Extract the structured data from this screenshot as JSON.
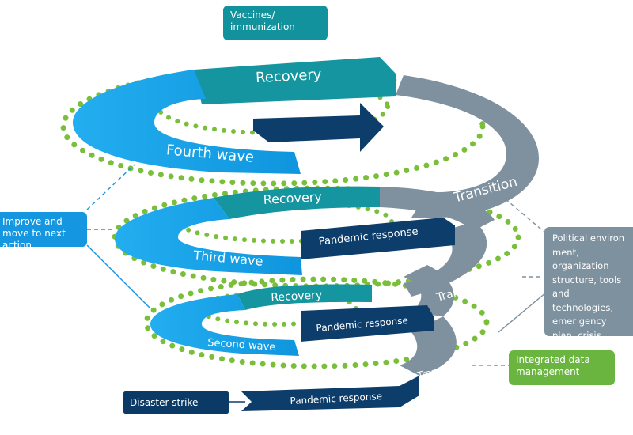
{
  "callouts": {
    "vaccines": "Vaccines/ immunization",
    "improve": "Improve and move to next action",
    "political": "Political environ ment, organization structure, tools and technologies, emer gency plan, crisis management plan, recovery plan, busi ness continuity plan",
    "integrated": "Integrated data management",
    "disaster": "Disaster strike"
  },
  "tiers": {
    "top": {
      "wave": "Fourth wave",
      "recovery": "Recovery",
      "transition": "Transition"
    },
    "third": {
      "wave": "Third wave",
      "recovery": "Recovery",
      "transition": "Transition",
      "response": "Pandemic response"
    },
    "second": {
      "wave": "Second wave",
      "recovery": "Recovery",
      "transition": "Transition",
      "response": "Pandemic response"
    },
    "bottom": {
      "response": "Pandemic response"
    }
  },
  "colors": {
    "wave": "#1aa5ea",
    "recovery": "#14959f",
    "transition": "#7f919f",
    "response": "#0d3d6a",
    "dots": "#79bf3a",
    "improve_box": "#1596e0",
    "data_box": "#6ab53f"
  }
}
